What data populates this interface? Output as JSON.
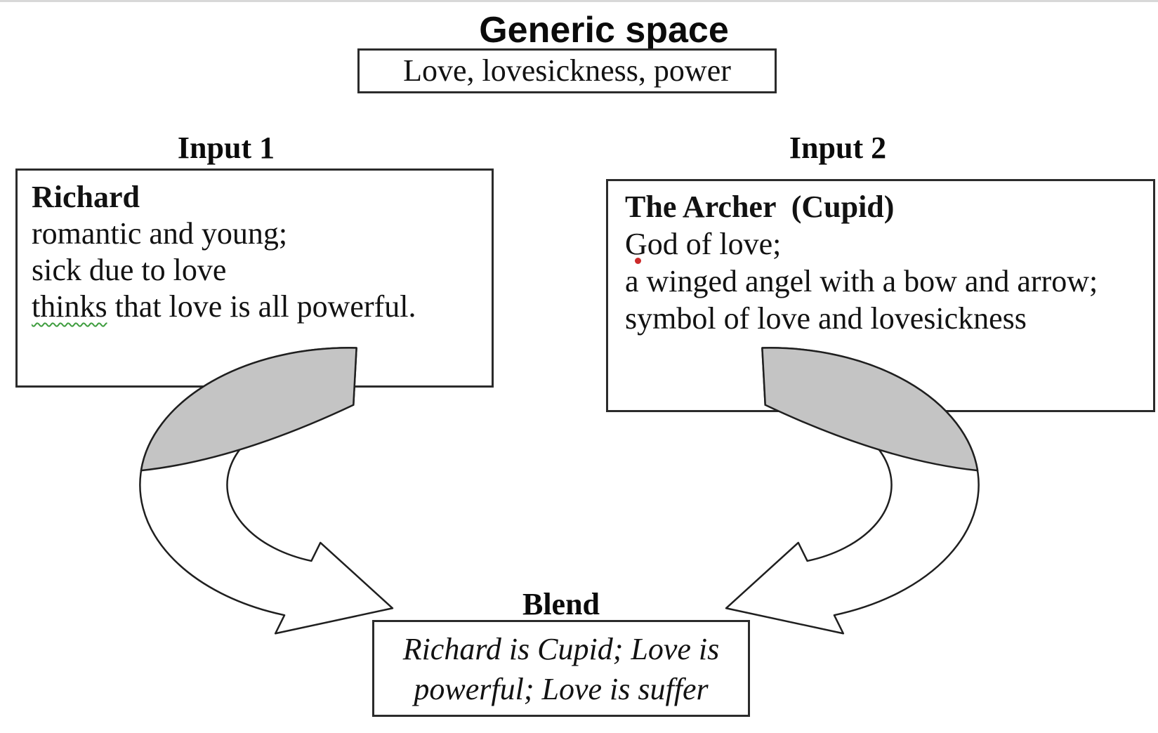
{
  "generic_space": {
    "title": "Generic space",
    "box_text": "Love, lovesickness, power"
  },
  "input1": {
    "title": "Input 1",
    "heading": "Richard",
    "line1": "romantic and young;",
    "line2": "sick due to love",
    "line3_word": "thinks",
    "line3_rest": " that love is all powerful."
  },
  "input2": {
    "title": "Input 2",
    "heading": "The Archer  (Cupid)",
    "line1": "God of love;",
    "line2": "a winged angel with a bow and arrow;",
    "line3": "symbol of love and lovesickness"
  },
  "blend": {
    "title": "Blend",
    "line1": "Richard is Cupid; Love is",
    "line2": "powerful; Love is suffer"
  },
  "colors": {
    "arrow_top_fill": "#c4c4c4",
    "arrow_face_fill": "#ffffff",
    "arrow_outline": "#1f1f1f",
    "squiggle": "#3f9d3f",
    "stray_dot": "#cc2a2a"
  }
}
